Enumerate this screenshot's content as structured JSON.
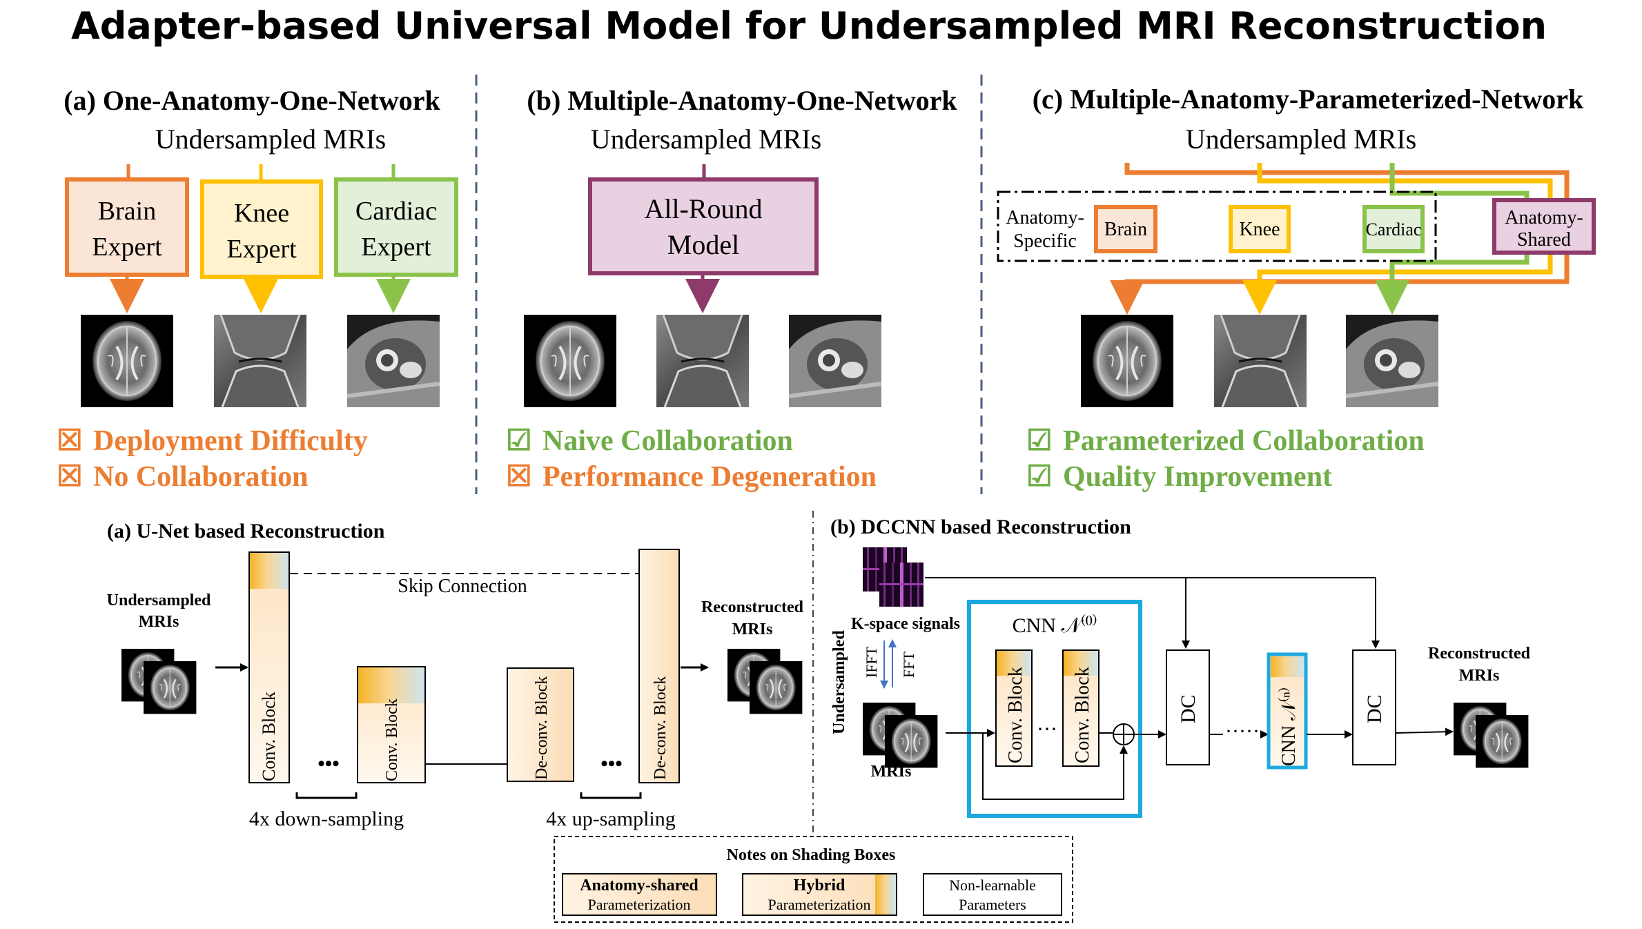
{
  "title": "Adapter-based Universal Model for Undersampled MRI Reconstruction",
  "colors": {
    "brain": "#ED7D31",
    "knee": "#FFC000",
    "cardiac": "#8BC34A",
    "shared": "#8E3A6B",
    "dc_highlight": "#1CA9E0",
    "difficulty_text": "#ED7D31",
    "success_text": "#70AD47"
  },
  "top": {
    "panel_a": {
      "heading": "(a) One-Anatomy-One-Network",
      "input_label": "Undersampled MRIs",
      "experts": [
        {
          "line1": "Brain",
          "line2": "Expert"
        },
        {
          "line1": "Knee",
          "line2": "Expert"
        },
        {
          "line1": "Cardiac",
          "line2": "Expert"
        }
      ],
      "status": [
        {
          "icon": "☒",
          "text": "Deployment Difficulty"
        },
        {
          "icon": "☒",
          "text": "No Collaboration"
        }
      ]
    },
    "panel_b": {
      "heading": "(b) Multiple-Anatomy-One-Network",
      "input_label": "Undersampled MRIs",
      "model": {
        "line1": "All-Round",
        "line2": "Model"
      },
      "status": [
        {
          "icon": "☑",
          "text": "Naive Collaboration"
        },
        {
          "icon": "☒",
          "text": "Performance Degeneration"
        }
      ]
    },
    "panel_c": {
      "heading": "(c) Multiple-Anatomy-Parameterized-Network",
      "input_label": "Undersampled MRIs",
      "specific_label": {
        "line1": "Anatomy-",
        "line2": "Specific"
      },
      "adapters": [
        "Brain",
        "Knee",
        "Cardiac"
      ],
      "shared_label": {
        "line1": "Anatomy-",
        "line2": "Shared"
      },
      "status": [
        {
          "icon": "☑",
          "text": "Parameterized Collaboration"
        },
        {
          "icon": "☑",
          "text": "Quality Improvement"
        }
      ]
    }
  },
  "bottom": {
    "unet": {
      "heading": "(a) U-Net based Reconstruction",
      "input_label": {
        "line1": "Undersampled",
        "line2": "MRIs"
      },
      "output_label": {
        "line1": "Reconstructed",
        "line2": "MRIs"
      },
      "skip": "Skip Connection",
      "conv_block": "Conv. Block",
      "deconv_block": "De-conv. Block",
      "ellipsis": "•••",
      "down": "4x down-sampling",
      "up": "4x up-sampling"
    },
    "dccnn": {
      "heading": "(b) DCCNN based Reconstruction",
      "kspace": "K-space signals",
      "undersampled": "Undersampled",
      "mris": "MRIs",
      "ifft": "IFFT",
      "fft": "FFT",
      "cnn0": "CNN 𝒩⁽⁰⁾",
      "conv_block": "Conv. Block",
      "dots": "⋯",
      "dc": "DC",
      "chain_dots": "·····",
      "cnn_n": "CNN 𝒩⁽ⁿ⁾",
      "output_label": {
        "line1": "Reconstructed",
        "line2": "MRIs"
      }
    },
    "notes": {
      "heading": "Notes on Shading Boxes",
      "items": [
        {
          "line1": "Anatomy-shared",
          "line2": "Parameterization"
        },
        {
          "line1": "Hybrid",
          "line2": "Parameterization"
        },
        {
          "line1": "Non-learnable",
          "line2": "Parameters"
        }
      ]
    }
  }
}
